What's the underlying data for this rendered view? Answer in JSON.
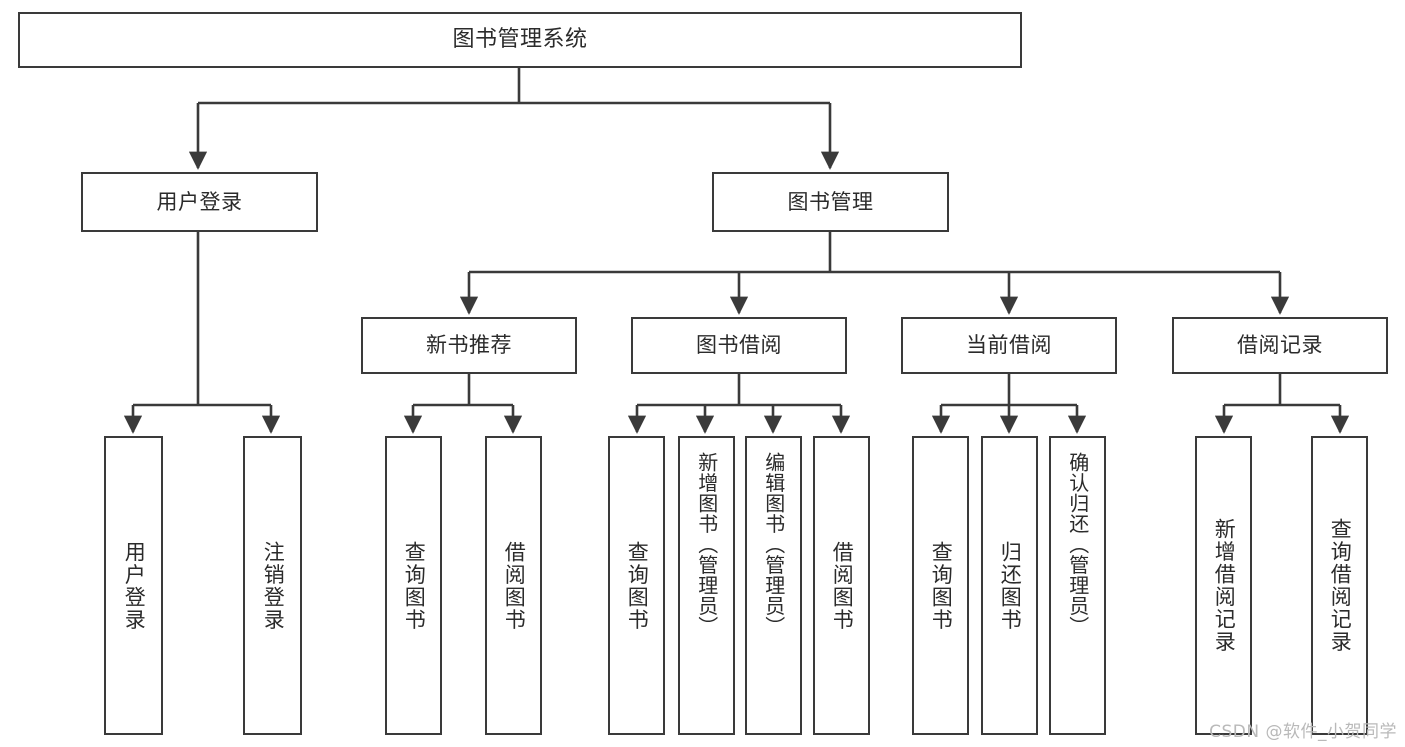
{
  "diagram": {
    "type": "tree-hierarchy",
    "title": "图书管理系统",
    "watermark": "CSDN @软件_小贺同学",
    "colors": {
      "border": "#3a3a3a",
      "background": "#ffffff",
      "text": "#2b2b2b",
      "connector": "#3a3a3a",
      "watermark": "#b9b9b9"
    },
    "nodes": {
      "root": {
        "label": "图书管理系统"
      },
      "level2": [
        {
          "label": "用户登录"
        },
        {
          "label": "图书管理"
        }
      ],
      "level3": [
        {
          "label": "新书推荐"
        },
        {
          "label": "图书借阅"
        },
        {
          "label": "当前借阅"
        },
        {
          "label": "借阅记录"
        }
      ],
      "leaves": {
        "user_login": [
          {
            "label": "用户登录"
          },
          {
            "label": "注销登录"
          }
        ],
        "new_book": [
          {
            "label": "查询图书"
          },
          {
            "label": "借阅图书"
          }
        ],
        "book_borrow": [
          {
            "label": "查询图书"
          },
          {
            "label": "新增图书（管理员）"
          },
          {
            "label": "编辑图书（管理员）"
          },
          {
            "label": "借阅图书"
          }
        ],
        "current_borrow": [
          {
            "label": "查询图书"
          },
          {
            "label": "归还图书"
          },
          {
            "label": "确认归还（管理员）"
          }
        ],
        "borrow_record": [
          {
            "label": "新增借阅记录"
          },
          {
            "label": "查询借阅记录"
          }
        ]
      }
    }
  }
}
